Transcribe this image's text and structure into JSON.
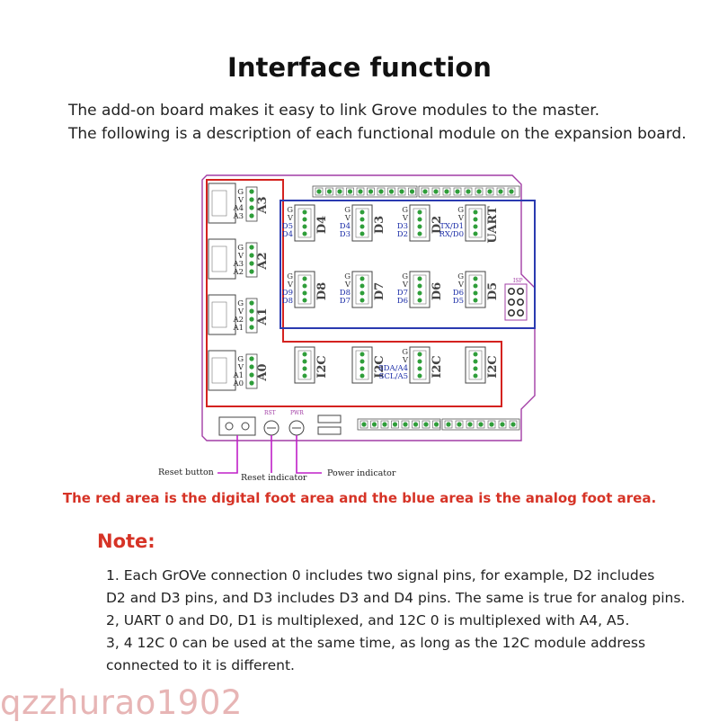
{
  "header": {
    "title": "Interface function",
    "intro_line1": "The add-on board makes it easy to link Grove modules to the master.",
    "intro_line2": "The following is a description of each functional module on the expansion board."
  },
  "board": {
    "colors": {
      "outline": "#a23da5",
      "digital_area": "#d4221f",
      "analog_area": "#2a3ab0",
      "pin": "#2f9e3a",
      "pointer": "#c020c8"
    },
    "analog_ports": [
      {
        "id": "A3",
        "labels": [
          "G",
          "V",
          "A4",
          "A3"
        ]
      },
      {
        "id": "A2",
        "labels": [
          "G",
          "V",
          "A3",
          "A2"
        ]
      },
      {
        "id": "A1",
        "labels": [
          "G",
          "V",
          "A2",
          "A1"
        ]
      },
      {
        "id": "A0",
        "labels": [
          "G",
          "V",
          "A1",
          "A0"
        ]
      }
    ],
    "digital_row1": [
      {
        "id": "D4",
        "labels": [
          "G",
          "V",
          "D5",
          "D4"
        ]
      },
      {
        "id": "D3",
        "labels": [
          "G",
          "V",
          "D4",
          "D3"
        ]
      },
      {
        "id": "D2",
        "labels": [
          "G",
          "V",
          "D3",
          "D2"
        ]
      },
      {
        "id": "UART",
        "labels": [
          "G",
          "V",
          "TX/D1",
          "RX/D0"
        ]
      }
    ],
    "digital_row2": [
      {
        "id": "D8",
        "labels": [
          "G",
          "V",
          "D9",
          "D8"
        ]
      },
      {
        "id": "D7",
        "labels": [
          "G",
          "V",
          "D8",
          "D7"
        ]
      },
      {
        "id": "D6",
        "labels": [
          "G",
          "V",
          "D7",
          "D6"
        ]
      },
      {
        "id": "D5",
        "labels": [
          "G",
          "V",
          "D6",
          "D5"
        ]
      }
    ],
    "i2c_row": [
      {
        "id": "I2C",
        "labels": []
      },
      {
        "id": "I2C",
        "labels": []
      },
      {
        "id": "I2C",
        "labels": [
          "G",
          "V",
          "SDA/A4",
          "SCL/A5"
        ]
      },
      {
        "id": "I2C",
        "labels": []
      }
    ],
    "isp_label": "ISP",
    "rst_label": "RST",
    "pwr_label": "PWR",
    "reset_button_label": "Reset  button",
    "reset_indicator_label": "Reset indicator",
    "power_indicator_label": "Power indicator"
  },
  "caption": "The red area is the digital foot area and the blue area is the analog foot area.",
  "note": {
    "title": "Note:",
    "lines": [
      "1. Each GrOVe connection 0 includes two signal pins, for example, D2 includes",
      "D2 and D3 pins, and D3 includes D3 and D4 pins. The same is true for analog pins.",
      "2, UART 0 and D0, D1 is multiplexed, and 12C 0 is multiplexed with A4, A5.",
      "3, 4 12C 0 can be used at the same time, as long as the 12C module address",
      "connected to it is different."
    ]
  },
  "watermark": "qzzhurao1902"
}
